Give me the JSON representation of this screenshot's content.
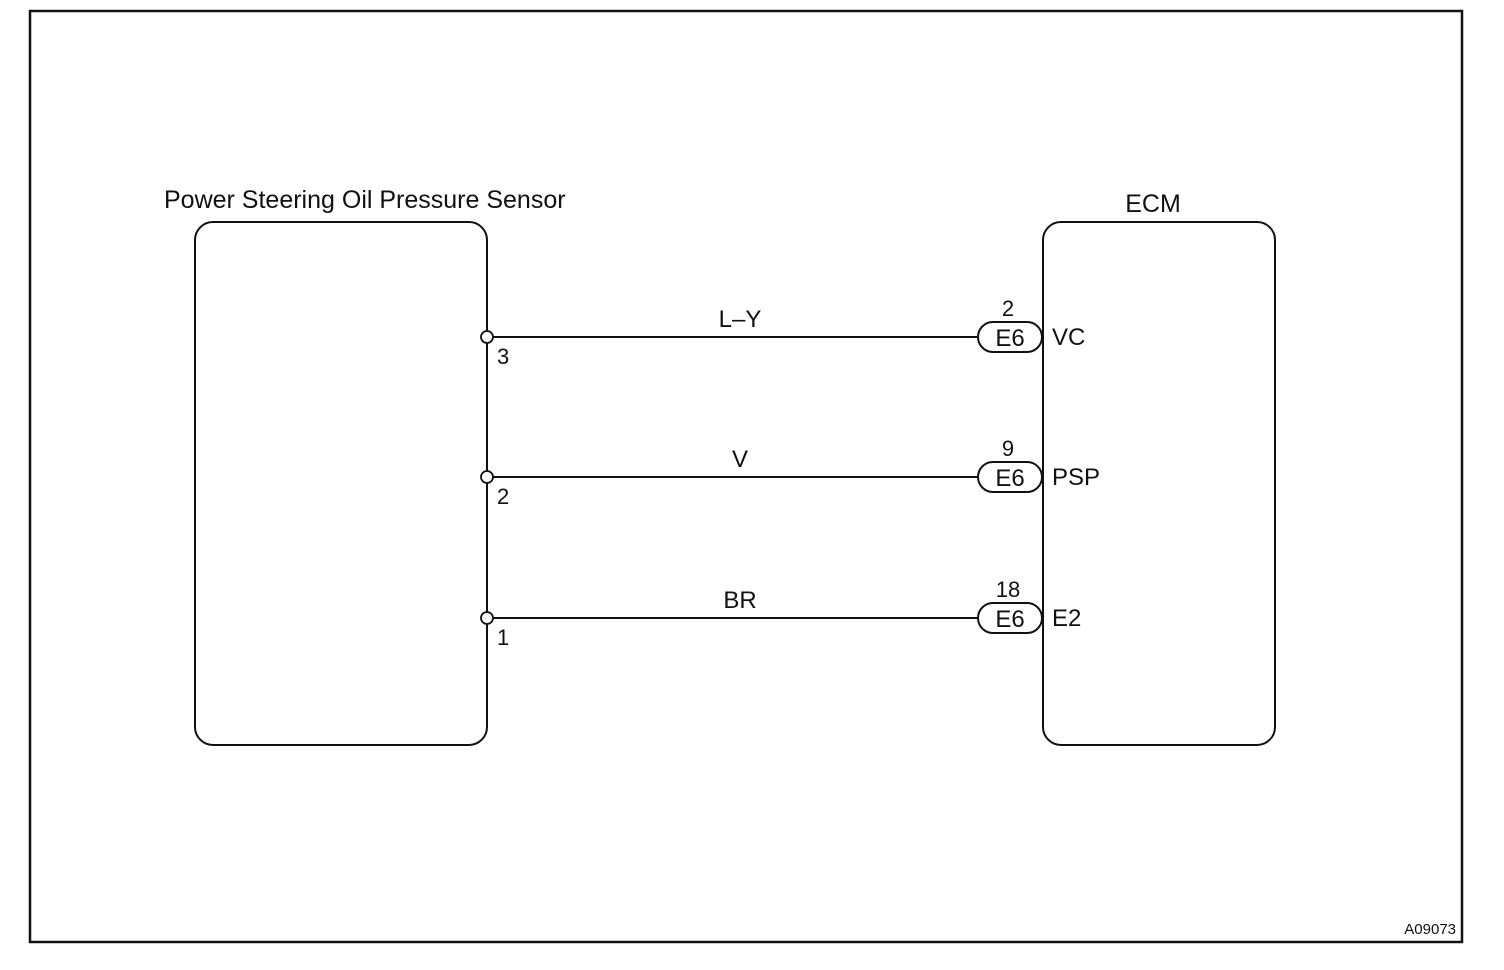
{
  "components": {
    "sensor": {
      "label": "Power Steering Oil Pressure Sensor"
    },
    "ecm": {
      "label": "ECM"
    }
  },
  "circuits": [
    {
      "sensor_pin": "3",
      "wire_color": "L–Y",
      "ecm_connector": "E6",
      "ecm_pin": "2",
      "ecm_terminal": "VC"
    },
    {
      "sensor_pin": "2",
      "wire_color": "V",
      "ecm_connector": "E6",
      "ecm_pin": "9",
      "ecm_terminal": "PSP"
    },
    {
      "sensor_pin": "1",
      "wire_color": "BR",
      "ecm_connector": "E6",
      "ecm_pin": "18",
      "ecm_terminal": "E2"
    }
  ],
  "figure_id": "A09073"
}
